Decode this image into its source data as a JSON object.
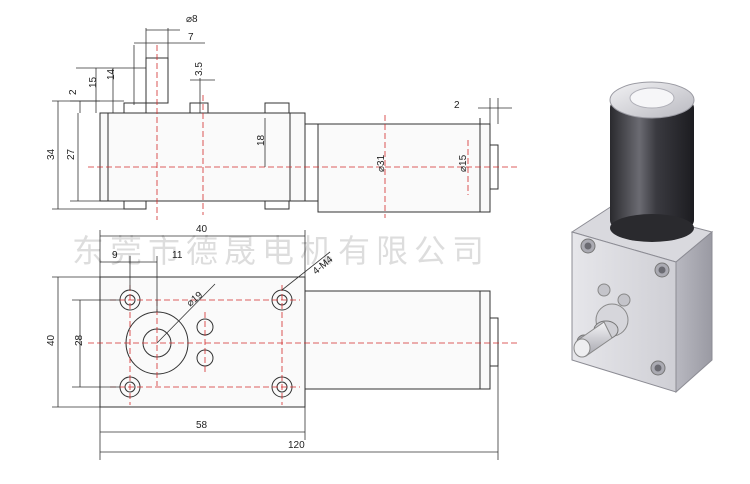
{
  "drawing": {
    "top_view": {
      "dims": {
        "shaft_dia": "⌀8",
        "shaft_offset": "7",
        "d2": "2",
        "d15": "15",
        "d14": "14",
        "d3_5": "3.5",
        "body_h": "34",
        "gear_h": "27",
        "flange": "18",
        "motor_dia": "⌀31",
        "boss_dia": "⌀15",
        "end_gap": "2"
      }
    },
    "front_view": {
      "dims": {
        "width40": "40",
        "hole9": "9",
        "hole11": "11",
        "screws": "4-M4",
        "boss19": "⌀19",
        "height40": "40",
        "height28": "28",
        "len58": "58",
        "len120": "120"
      }
    },
    "watermark": "东莞市德晟电机有限公司"
  },
  "colors": {
    "line": "#333333",
    "dim_red": "#d22b2b",
    "part_light": "#e4e4e8",
    "part_dark": "#2e2e32"
  }
}
